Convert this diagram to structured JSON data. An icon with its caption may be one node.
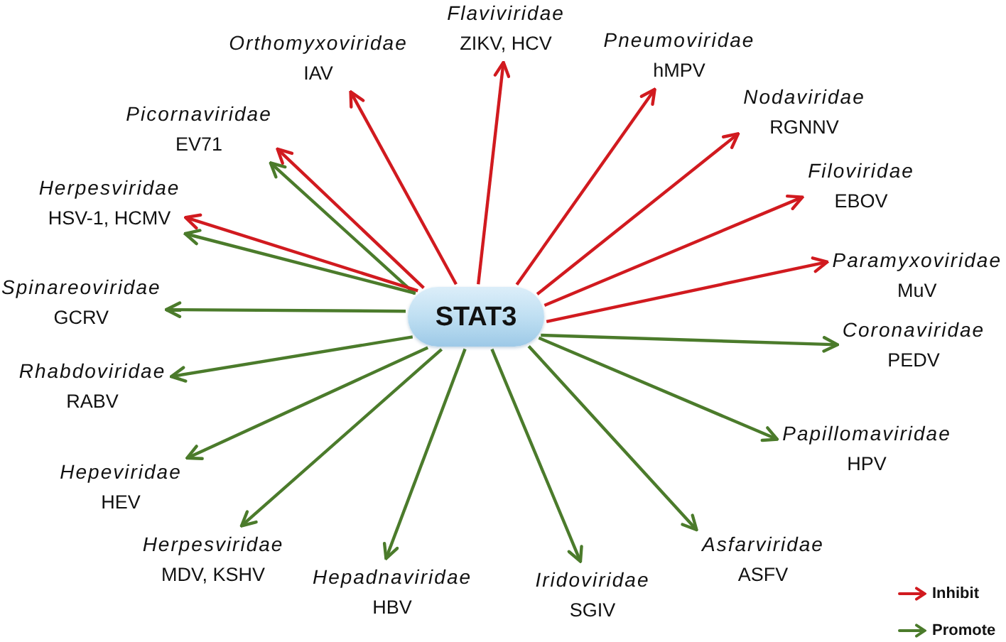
{
  "diagram": {
    "nodes": [
      {
        "text": [
          "STAT3"
        ]
      },
      {
        "text": [
          "Flaviviridae",
          "ZIKV, HCV"
        ]
      },
      {
        "text": [
          "Orthomyxoviridae",
          "IAV"
        ]
      },
      {
        "text": [
          "Pneumoviridae",
          "hMPV"
        ]
      },
      {
        "text": [
          "Nodaviridae",
          "RGNNV"
        ]
      },
      {
        "text": [
          "Picornaviridae",
          "EV71"
        ]
      },
      {
        "text": [
          "Filoviridae",
          "EBOV"
        ]
      },
      {
        "text": [
          "Herpesviridae",
          "HSV-1, HCMV"
        ]
      },
      {
        "text": [
          "Paramyxoviridae",
          "MuV"
        ]
      },
      {
        "text": [
          "Spinareoviridae",
          "GCRV"
        ]
      },
      {
        "text": [
          "Coronaviridae",
          "PEDV"
        ]
      },
      {
        "text": [
          "Rhabdoviridae",
          "RABV"
        ]
      },
      {
        "text": [
          "Papillomaviridae",
          "HPV"
        ]
      },
      {
        "text": [
          "Hepeviridae",
          "HEV"
        ]
      },
      {
        "text": [
          "Herpesviridae",
          "MDV, KSHV"
        ]
      },
      {
        "text": [
          "Asfarviridae",
          "ASFV"
        ]
      },
      {
        "text": [
          "Hepadnaviridae",
          "HBV"
        ]
      },
      {
        "text": [
          "Iridoviridae",
          "SGIV"
        ]
      }
    ],
    "edges": [
      {
        "from": 0,
        "to": 1,
        "arrow": "to",
        "color": "#d11a1f"
      },
      {
        "from": 0,
        "to": 2,
        "arrow": "to",
        "color": "#d11a1f"
      },
      {
        "from": 0,
        "to": 3,
        "arrow": "to",
        "color": "#d11a1f"
      },
      {
        "from": 0,
        "to": 4,
        "arrow": "to",
        "color": "#d11a1f"
      },
      {
        "from": 0,
        "to": 5,
        "arrow": "to",
        "color": "#d11a1f"
      },
      {
        "from": 0,
        "to": 5,
        "arrow": "to"
      },
      {
        "from": 0,
        "to": 6,
        "arrow": "to",
        "color": "#d11a1f"
      },
      {
        "from": 0,
        "to": 7,
        "arrow": "to",
        "color": "#d11a1f"
      },
      {
        "from": 0,
        "to": 7,
        "arrow": "to"
      },
      {
        "from": 0,
        "to": 8,
        "arrow": "to",
        "color": "#d11a1f"
      },
      {
        "from": 0,
        "to": 9,
        "arrow": "to"
      },
      {
        "from": 0,
        "to": 10,
        "arrow": "to"
      },
      {
        "from": 0,
        "to": 11,
        "arrow": "to"
      },
      {
        "from": 0,
        "to": 12,
        "arrow": "to"
      },
      {
        "from": 0,
        "to": 13,
        "arrow": "to"
      },
      {
        "from": 0,
        "to": 14,
        "arrow": "to"
      },
      {
        "from": 0,
        "to": 15,
        "arrow": "to"
      },
      {
        "from": 0,
        "to": 16,
        "arrow": "to"
      },
      {
        "from": 0,
        "to": 17,
        "arrow": "to"
      }
    ],
    "legend": [
      {
        "text": "Inhibit"
      },
      {
        "text": "Promote"
      }
    ]
  }
}
